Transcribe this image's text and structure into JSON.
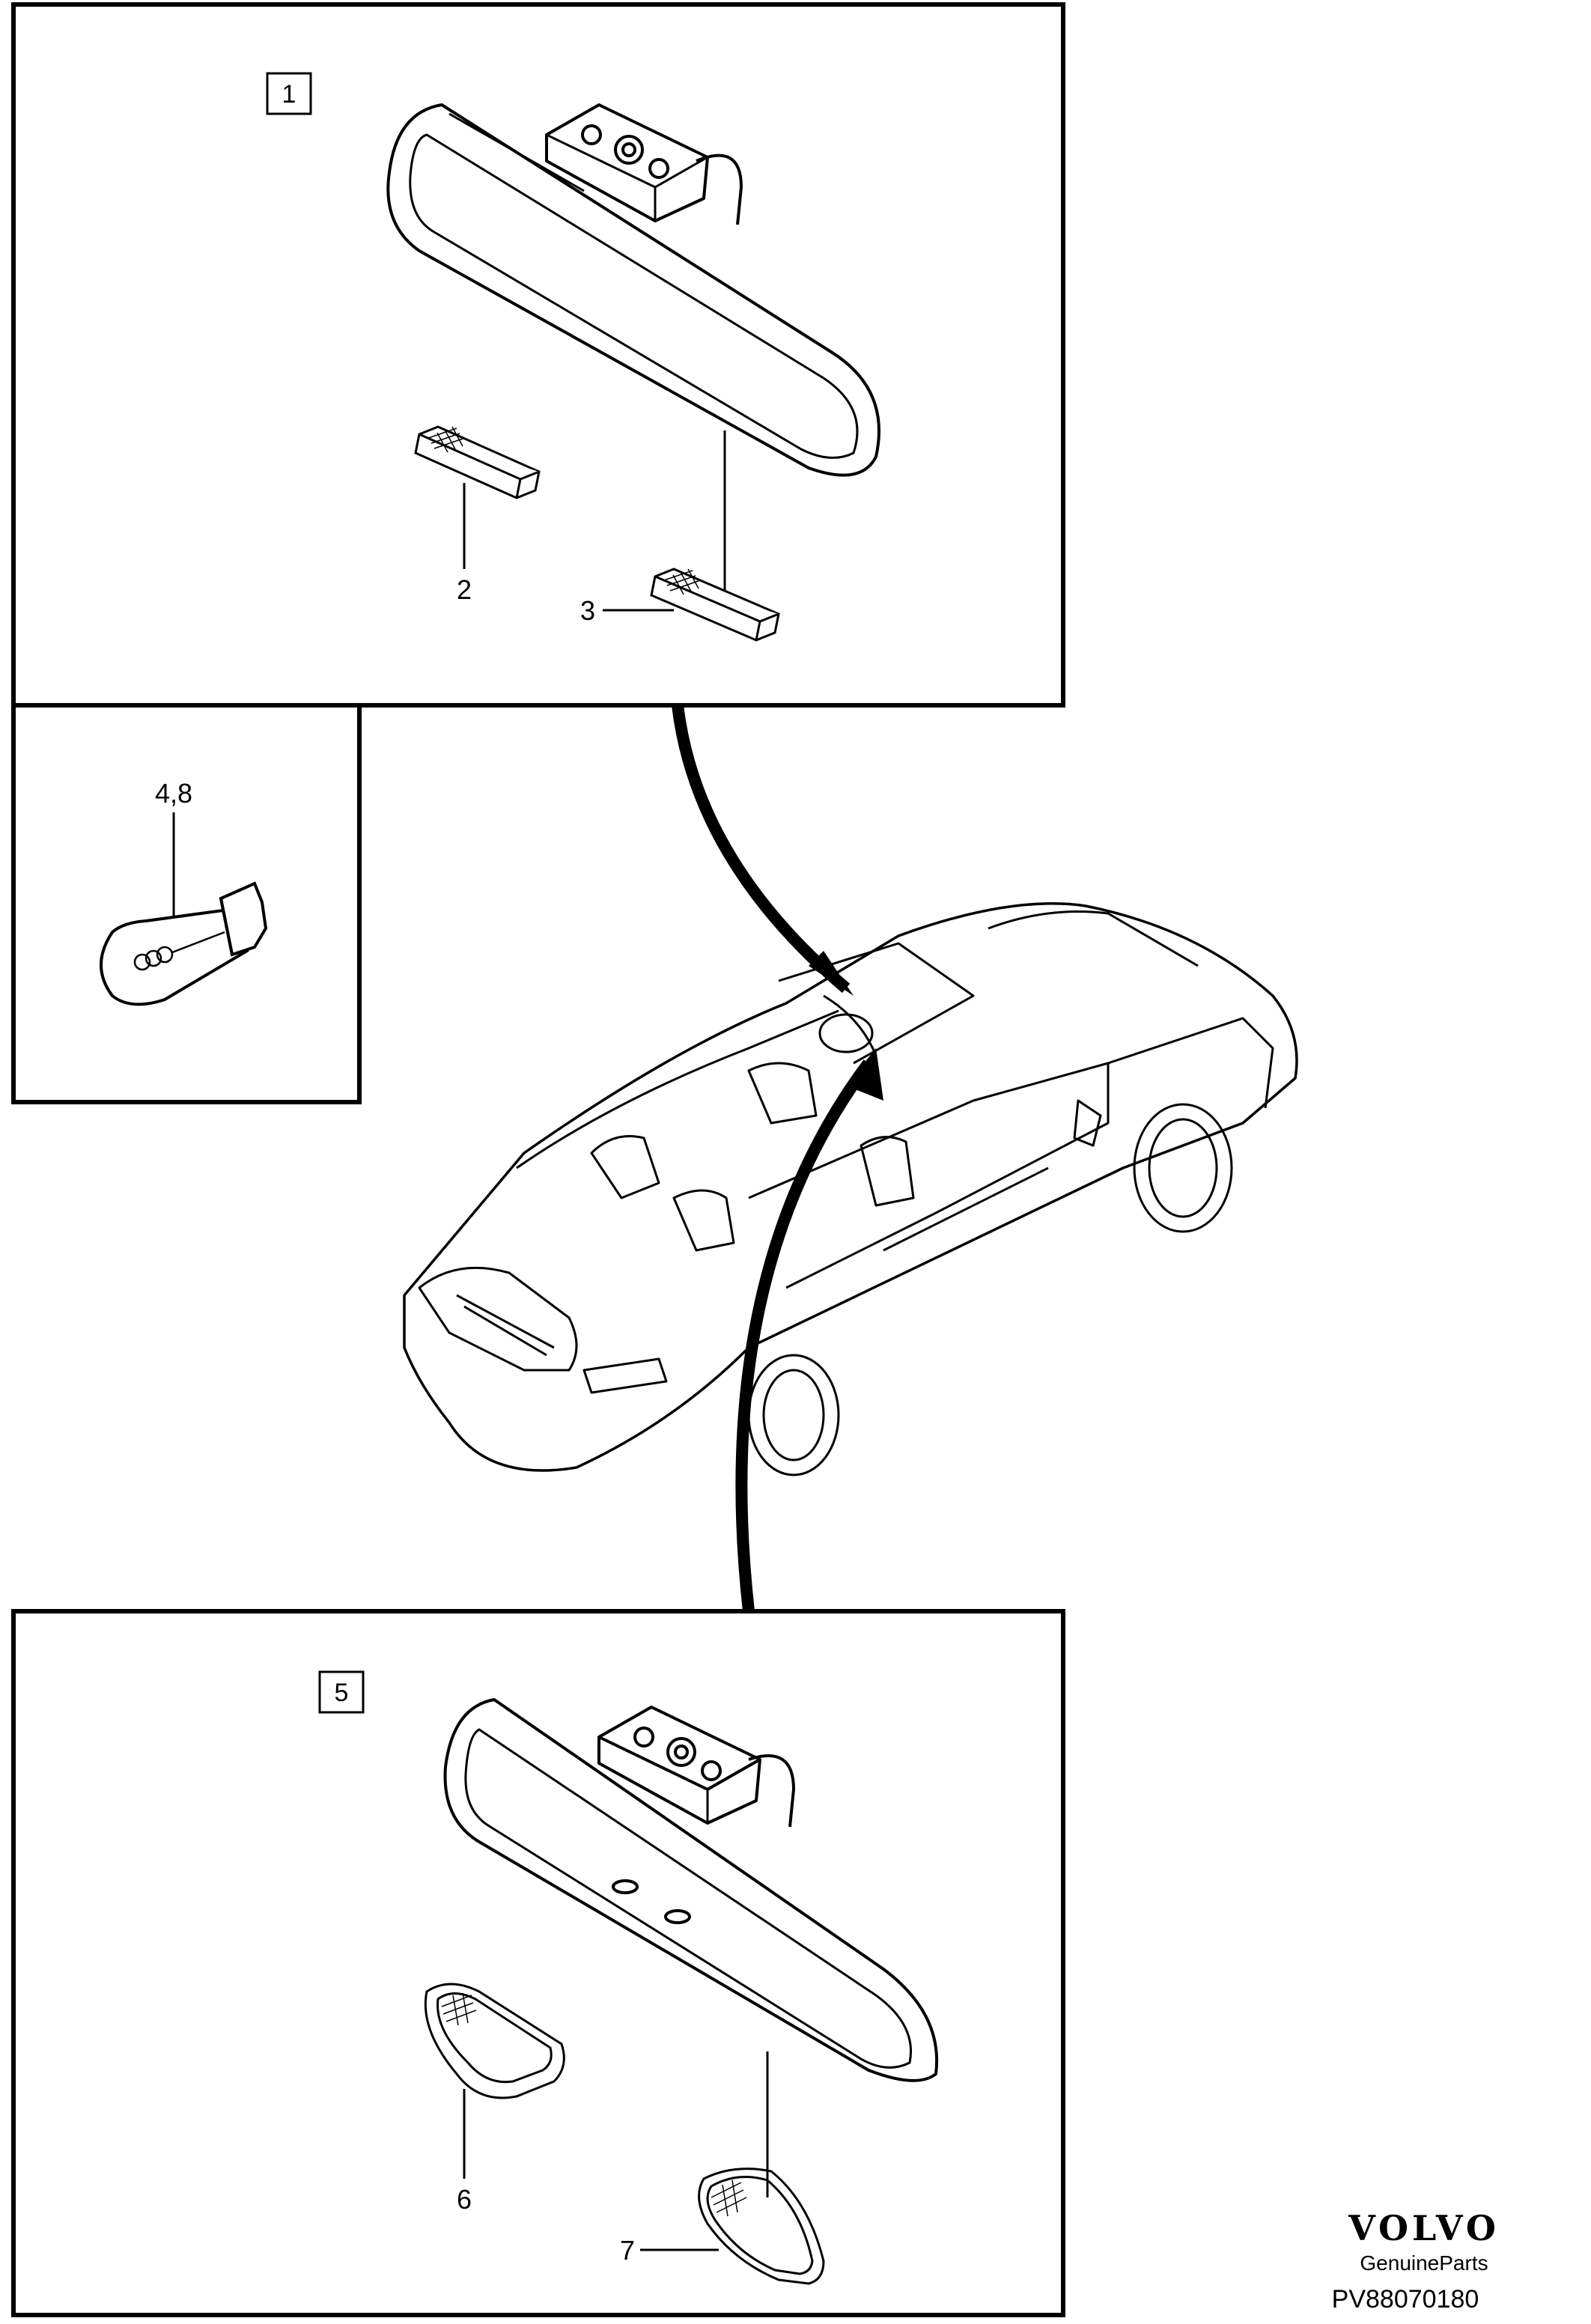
{
  "panels": {
    "top": {
      "box_number": "1",
      "callouts": [
        "2",
        "3"
      ]
    },
    "bulb": {
      "callout": "4,8"
    },
    "bottom": {
      "box_number": "5",
      "callouts": [
        "6",
        "7"
      ]
    }
  },
  "branding": {
    "brand": "VOLVO",
    "tagline": "GenuineParts",
    "diagram_code": "PV88070180"
  }
}
